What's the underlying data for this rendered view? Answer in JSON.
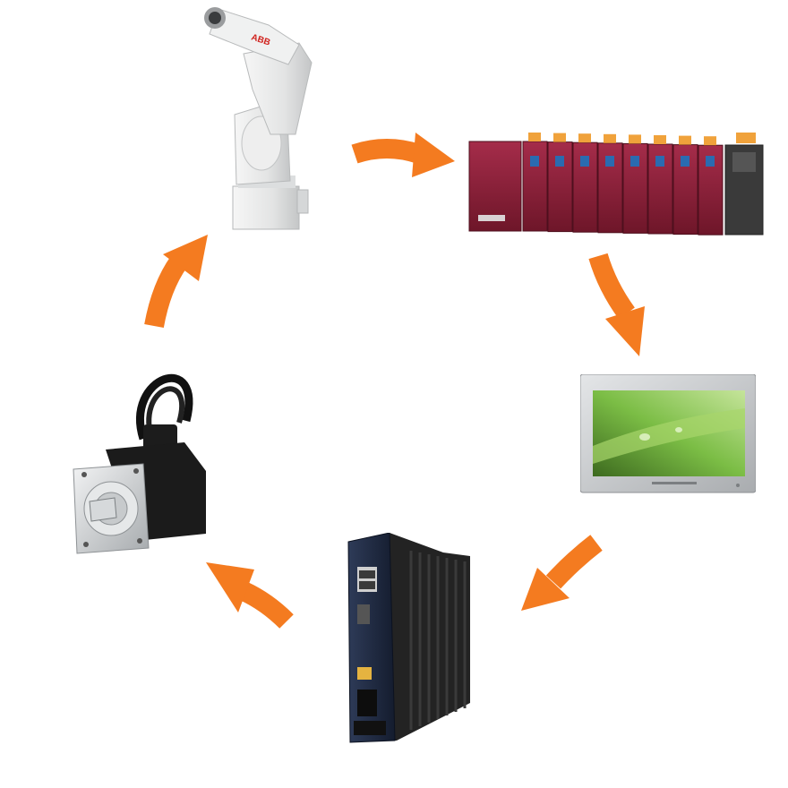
{
  "diagram": {
    "nodes": [
      {
        "id": "robot",
        "icon": "robot-arm-icon",
        "label": "ABB"
      },
      {
        "id": "plc",
        "icon": "plc-rack-icon",
        "label": ""
      },
      {
        "id": "hmi",
        "icon": "touch-panel-icon",
        "label": ""
      },
      {
        "id": "drive",
        "icon": "servo-drive-icon",
        "label": ""
      },
      {
        "id": "motor",
        "icon": "servo-motor-icon",
        "label": ""
      }
    ],
    "edges": [
      {
        "from": "robot",
        "to": "plc"
      },
      {
        "from": "plc",
        "to": "hmi"
      },
      {
        "from": "hmi",
        "to": "drive"
      },
      {
        "from": "drive",
        "to": "motor"
      },
      {
        "from": "motor",
        "to": "robot"
      }
    ],
    "colors": {
      "arrow": "#f47b20",
      "robot": "#e9eaea",
      "plc": "#8c1f3a",
      "hmi_frame": "#c9cbcd",
      "hmi_screen": "#6aa836",
      "drive": "#1f2b44",
      "motor_body": "#1b1b1b",
      "motor_flange": "#cfd2d4"
    }
  }
}
